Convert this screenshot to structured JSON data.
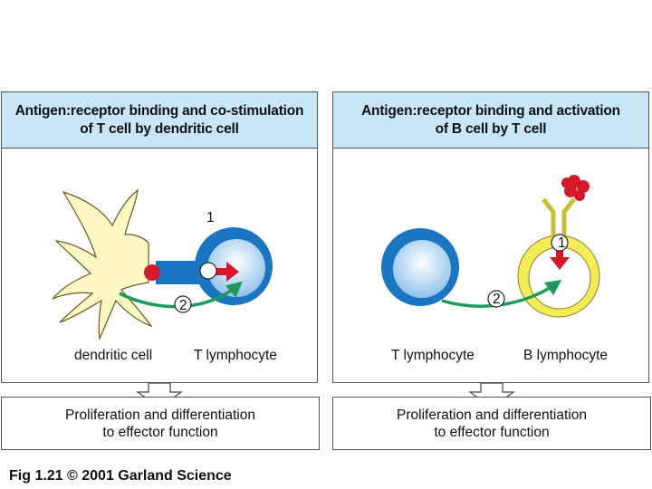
{
  "left_panel": {
    "title_line1": "Antigen:receptor binding and co-stimulation",
    "title_line2": "of T cell by dendritic cell",
    "label_dendritic": "dendritic cell",
    "label_t": "T  lymphocyte",
    "step1": "1",
    "step2": "2",
    "result_line1": "Proliferation and differentiation",
    "result_line2": "to  effector function"
  },
  "right_panel": {
    "title_line1": "Antigen:receptor binding and activation",
    "title_line2": "of B cell by T cell",
    "label_t": "T  lymphocyte",
    "label_b": "B  lymphocyte",
    "step1": "1",
    "step2": "2",
    "result_line1": "Proliferation and differentiation",
    "result_line2": "to  effector function"
  },
  "caption": "Fig 1.21  © 2001 Garland Science",
  "colors": {
    "header_bg": "#c7e7f7",
    "t_cell_blue": "#1a75c2",
    "dendritic_yellow": "#fdf7c3",
    "b_cell_yellow": "#f3ec57",
    "green_arrow": "#1c9a5a",
    "red_antigen": "#d7182b"
  }
}
